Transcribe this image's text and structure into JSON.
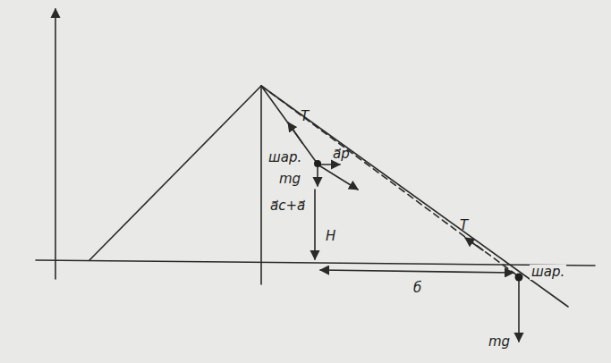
{
  "diagram": {
    "labels": [
      "T",
      "шар.",
      "a⃗p",
      "mg",
      "a⃗c+a⃗",
      "H",
      "T",
      "б",
      "шар.",
      "mg"
    ]
  }
}
